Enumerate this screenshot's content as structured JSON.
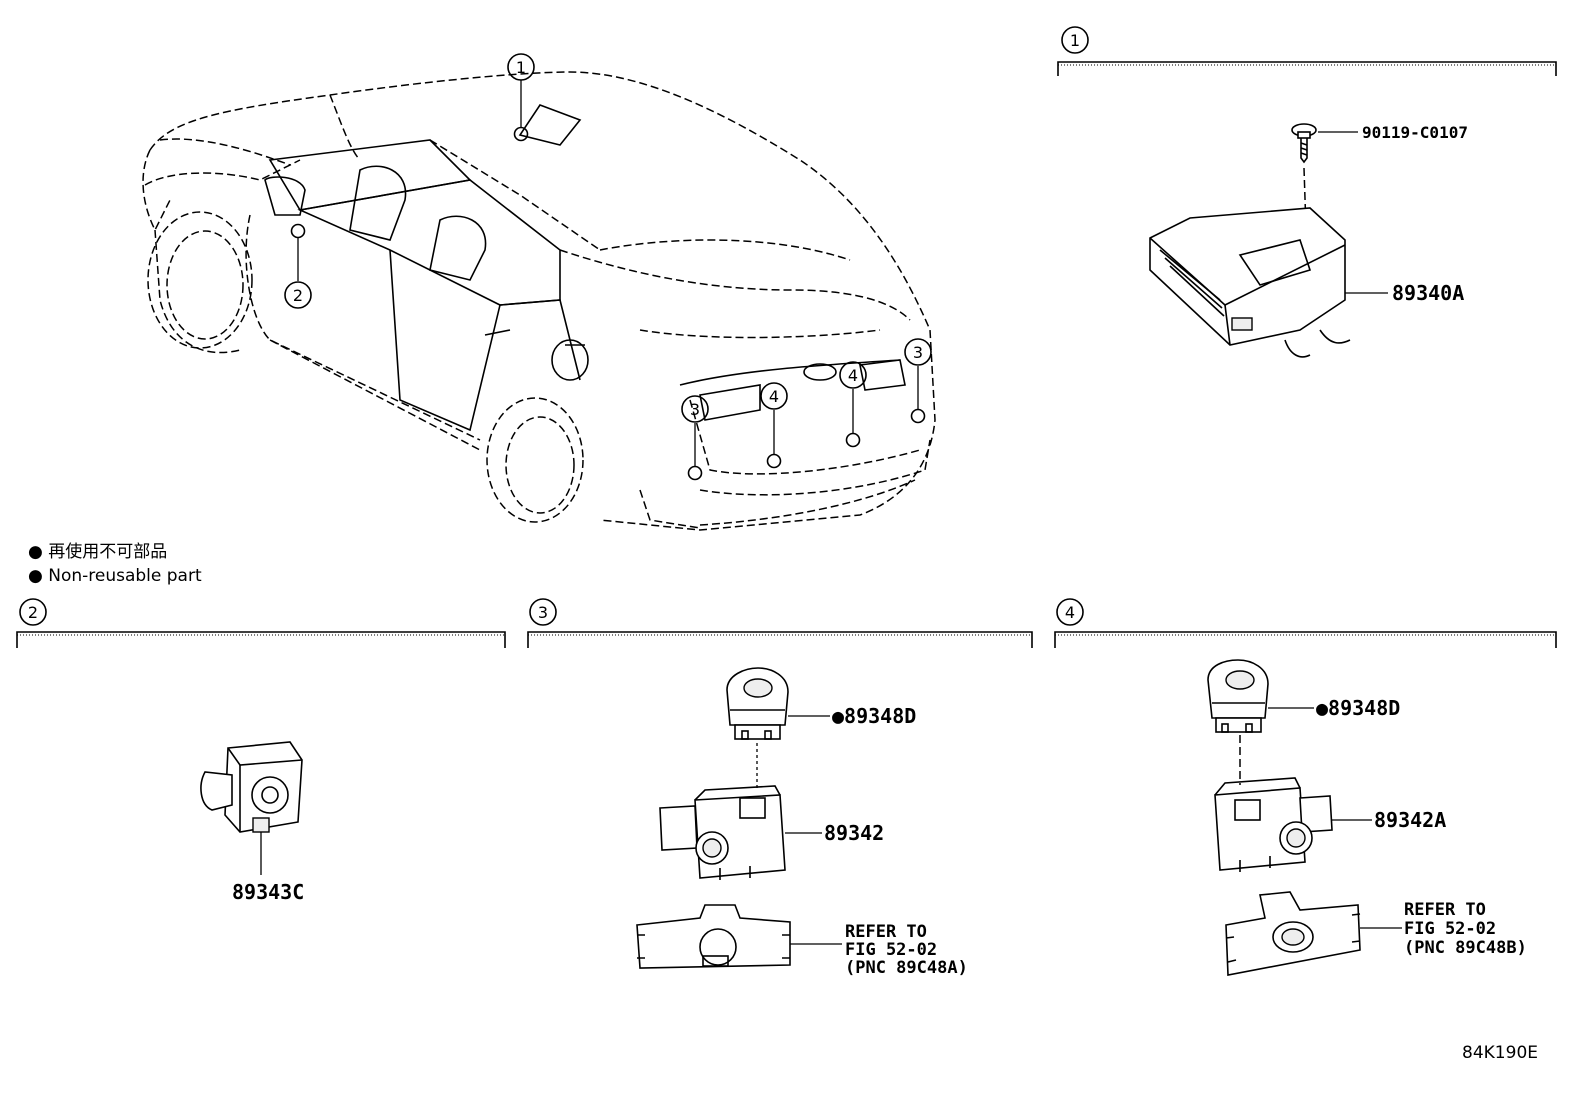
{
  "callouts": {
    "c1": "1",
    "c2": "2",
    "c3": "3",
    "c4": "4"
  },
  "legend": {
    "line_jp": "● 再使用不可部品",
    "line_en": "● Non-reusable part"
  },
  "section1": {
    "bolt_part": "90119-C0107",
    "ecu_part": "89340A"
  },
  "section2": {
    "sensor_part": "89343C"
  },
  "section3": {
    "cap_part": "●89348D",
    "sensor_part": "89342",
    "ref_line1": "REFER TO",
    "ref_line2": "FIG 52-02",
    "ref_line3": "(PNC 89C48A)"
  },
  "section4": {
    "cap_part": "●89348D",
    "sensor_part": "89342A",
    "ref_line1": "REFER TO",
    "ref_line2": "FIG 52-02",
    "ref_line3": "(PNC 89C48B)"
  },
  "figure_code": "84K190E"
}
